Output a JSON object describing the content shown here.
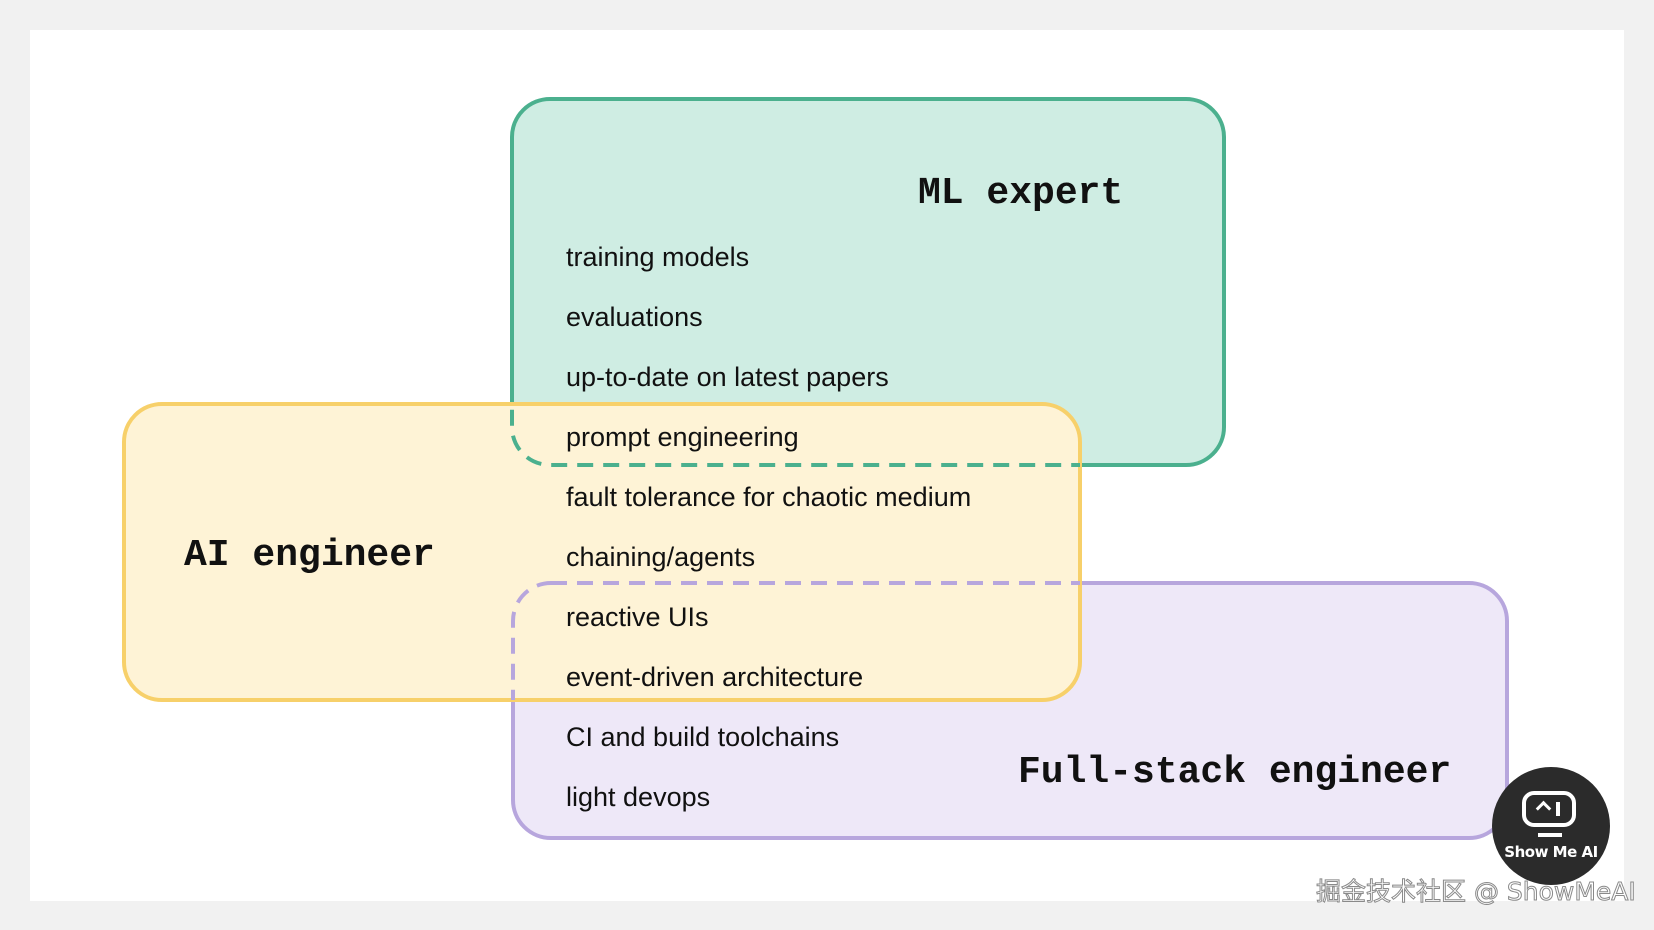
{
  "diagram": {
    "title": "AI engineer skill overlap",
    "roles": [
      {
        "id": "ml",
        "title": "ML expert",
        "fill": "#cfede3",
        "stroke": "#4bb08e"
      },
      {
        "id": "ai",
        "title": "AI engineer",
        "fill": "#fef3d6",
        "stroke": "#f7d06a"
      },
      {
        "id": "fs",
        "title": "Full-stack engineer",
        "fill": "#eee8f8",
        "stroke": "#b7a6dd"
      }
    ],
    "skills": [
      {
        "label": "training models",
        "roles": [
          "ml"
        ]
      },
      {
        "label": "evaluations",
        "roles": [
          "ml"
        ]
      },
      {
        "label": "up-to-date on latest papers",
        "roles": [
          "ml"
        ]
      },
      {
        "label": "prompt engineering",
        "roles": [
          "ml",
          "ai"
        ]
      },
      {
        "label": "fault tolerance for chaotic medium",
        "roles": [
          "ai"
        ]
      },
      {
        "label": "chaining/agents",
        "roles": [
          "ai"
        ]
      },
      {
        "label": "reactive UIs",
        "roles": [
          "ai",
          "fs"
        ]
      },
      {
        "label": "event-driven architecture",
        "roles": [
          "ai",
          "fs"
        ]
      },
      {
        "label": "CI and build toolchains",
        "roles": [
          "fs"
        ]
      },
      {
        "label": "light devops",
        "roles": [
          "fs"
        ]
      }
    ]
  },
  "logo": {
    "text": "Show Me AI",
    "icon": "monitor-face-icon"
  },
  "watermark": "掘金技术社区 @ ShowMeAI"
}
